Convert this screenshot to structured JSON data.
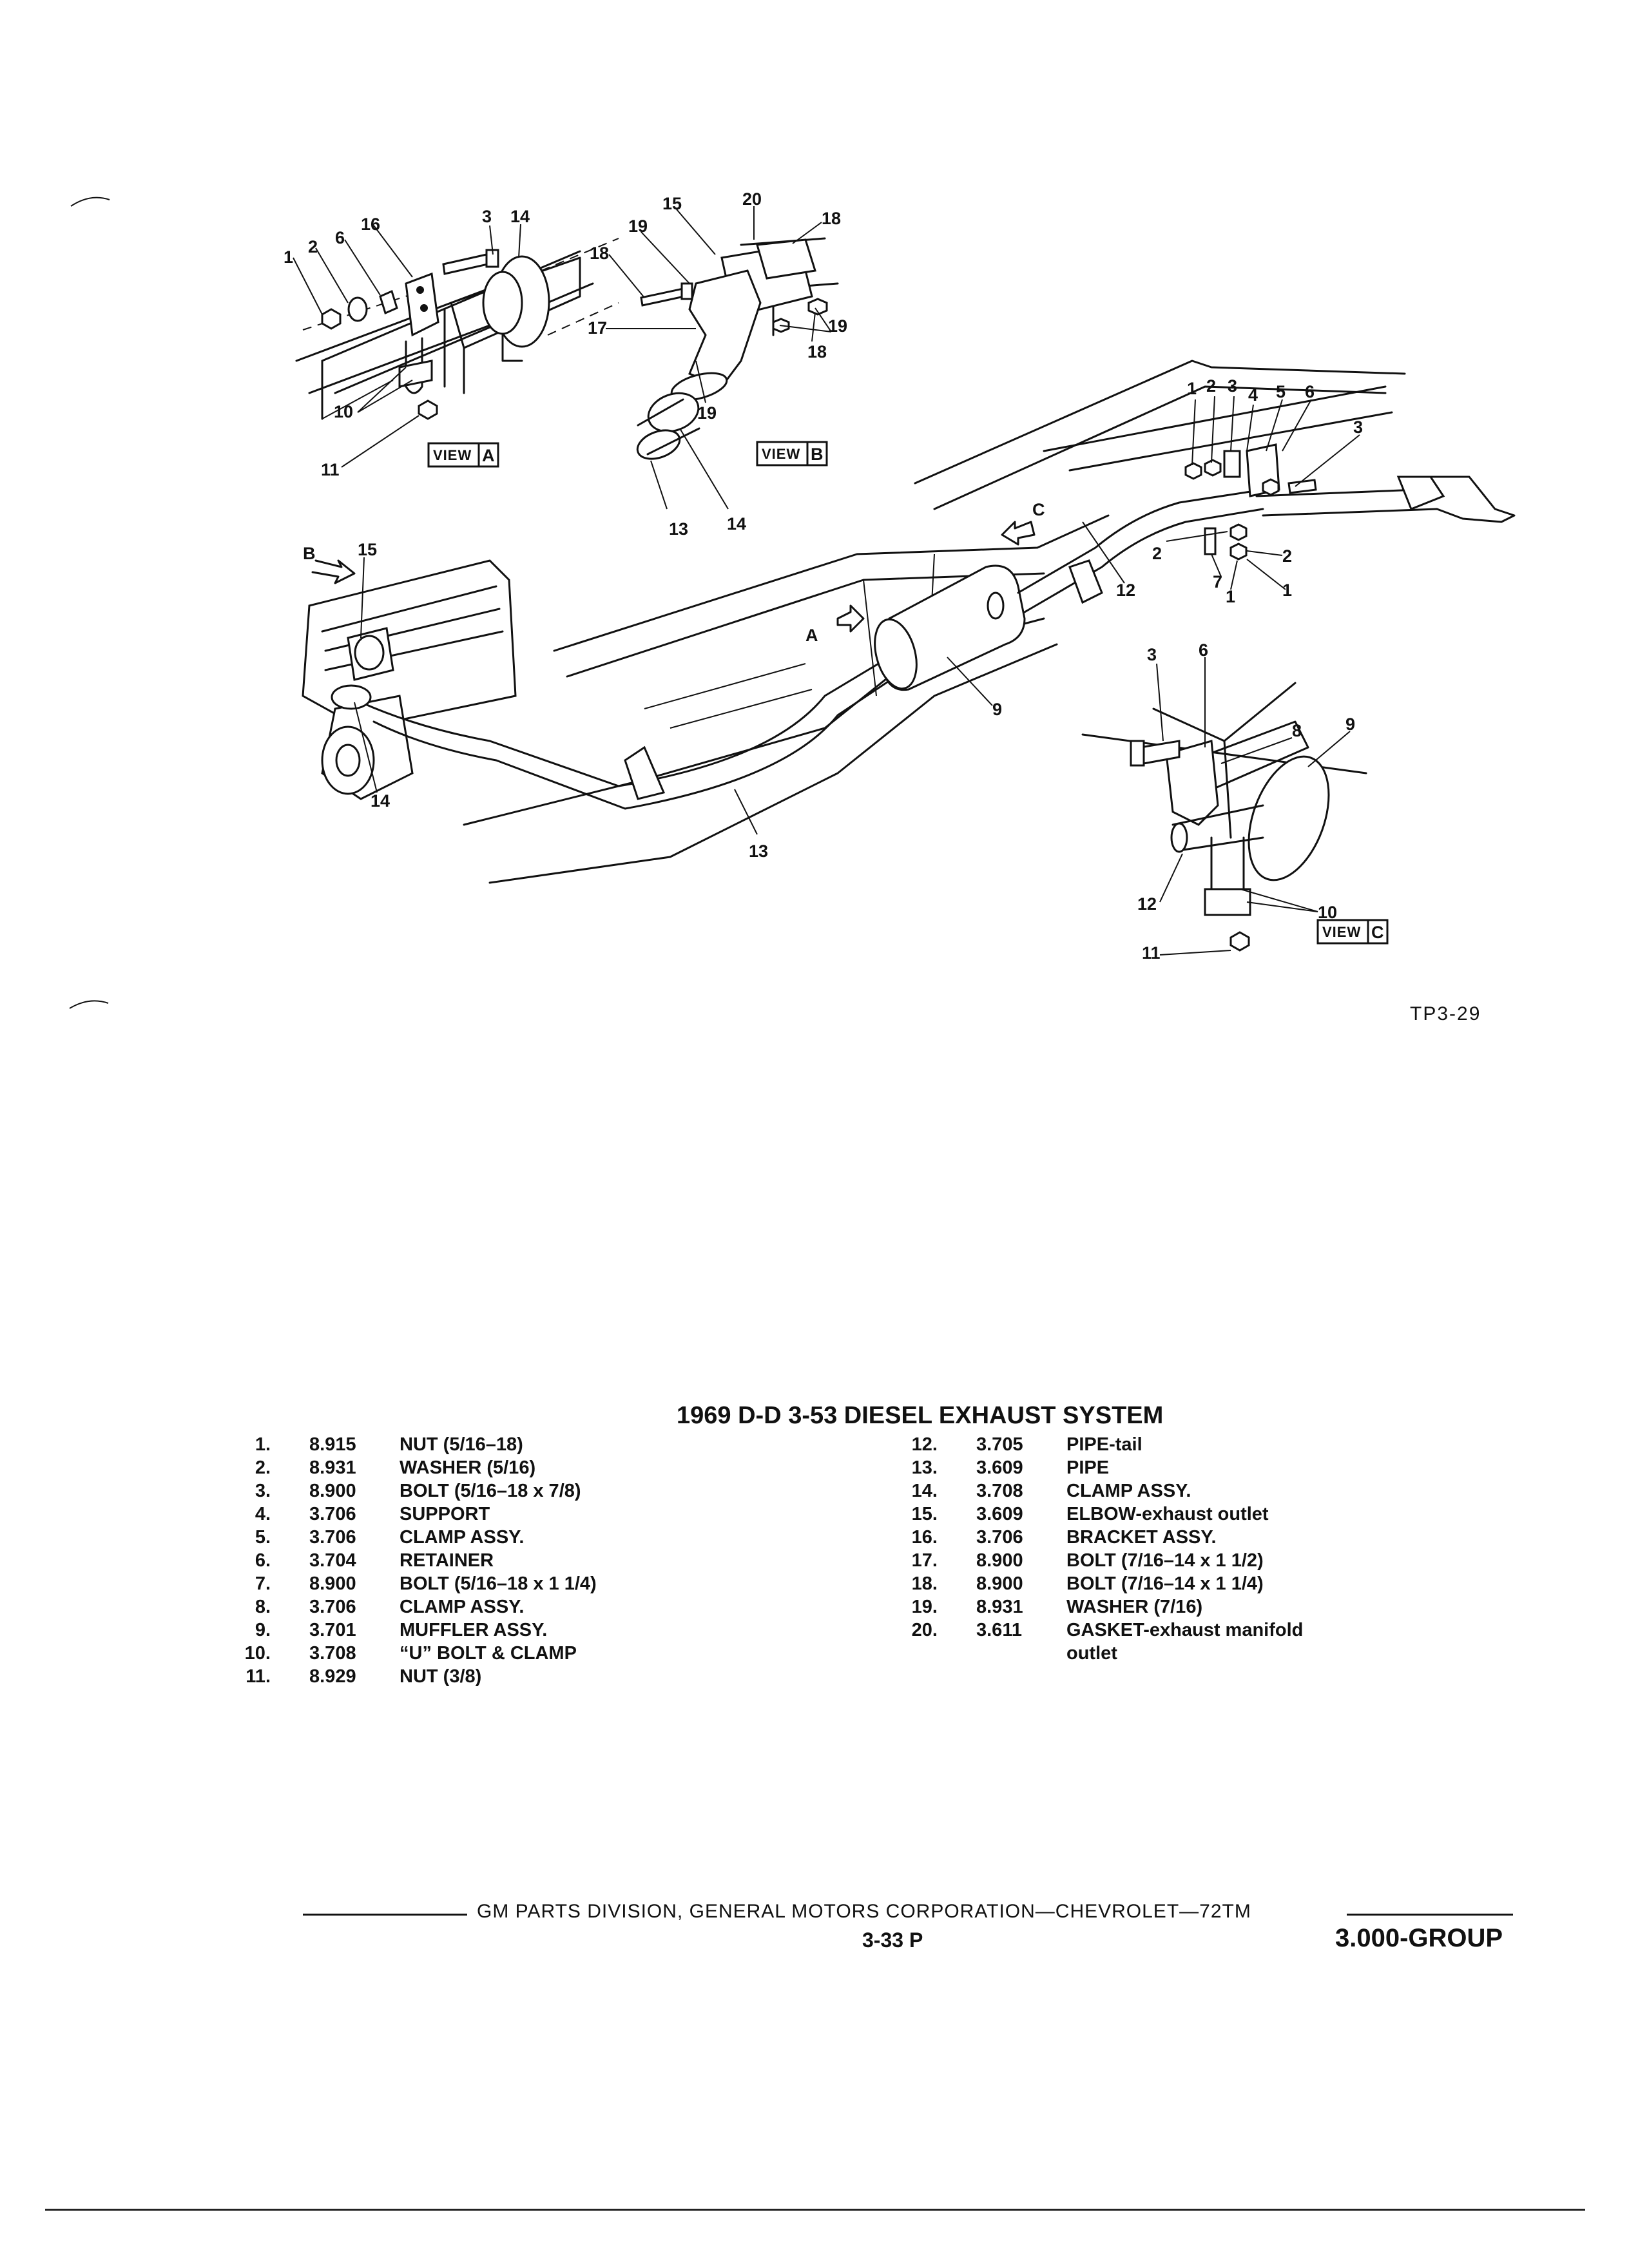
{
  "figure": {
    "id": "TP3-29",
    "view_labels": [
      "VIEW",
      "A",
      "B",
      "C"
    ],
    "callouts": [
      "1",
      "2",
      "3",
      "4",
      "5",
      "6",
      "7",
      "8",
      "9",
      "10",
      "11",
      "12",
      "13",
      "14",
      "15",
      "16",
      "17",
      "18",
      "19",
      "20"
    ]
  },
  "parts_list": {
    "title": "1969 D-D 3-53 DIESEL EXHAUST SYSTEM",
    "left": [
      {
        "n": "1.",
        "num": "8.915",
        "desc": "NUT (5/16–18)"
      },
      {
        "n": "2.",
        "num": "8.931",
        "desc": "WASHER (5/16)"
      },
      {
        "n": "3.",
        "num": "8.900",
        "desc": "BOLT (5/16–18 x 7/8)"
      },
      {
        "n": "4.",
        "num": "3.706",
        "desc": "SUPPORT"
      },
      {
        "n": "5.",
        "num": "3.706",
        "desc": "CLAMP ASSY."
      },
      {
        "n": "6.",
        "num": "3.704",
        "desc": "RETAINER"
      },
      {
        "n": "7.",
        "num": "8.900",
        "desc": "BOLT (5/16–18 x 1 1/4)"
      },
      {
        "n": "8.",
        "num": "3.706",
        "desc": "CLAMP ASSY."
      },
      {
        "n": "9.",
        "num": "3.701",
        "desc": "MUFFLER ASSY."
      },
      {
        "n": "10.",
        "num": "3.708",
        "desc": "“U” BOLT & CLAMP"
      },
      {
        "n": "11.",
        "num": "8.929",
        "desc": "NUT (3/8)"
      }
    ],
    "right": [
      {
        "n": "12.",
        "num": "3.705",
        "desc": "PIPE-tail"
      },
      {
        "n": "13.",
        "num": "3.609",
        "desc": "PIPE"
      },
      {
        "n": "14.",
        "num": "3.708",
        "desc": "CLAMP ASSY."
      },
      {
        "n": "15.",
        "num": "3.609",
        "desc": "ELBOW-exhaust outlet"
      },
      {
        "n": "16.",
        "num": "3.706",
        "desc": "BRACKET ASSY."
      },
      {
        "n": "17.",
        "num": "8.900",
        "desc": "BOLT (7/16–14 x 1 1/2)"
      },
      {
        "n": "18.",
        "num": "8.900",
        "desc": "BOLT (7/16–14 x 1 1/4)"
      },
      {
        "n": "19.",
        "num": "8.931",
        "desc": "WASHER (7/16)"
      },
      {
        "n": "20.",
        "num": "3.611",
        "desc": "GASKET-exhaust manifold",
        "desc2": "outlet"
      }
    ]
  },
  "footer": {
    "publisher": "GM PARTS DIVISION, GENERAL MOTORS CORPORATION—CHEVROLET—72TM",
    "page": "3-33  P",
    "group": "3.000-GROUP"
  }
}
